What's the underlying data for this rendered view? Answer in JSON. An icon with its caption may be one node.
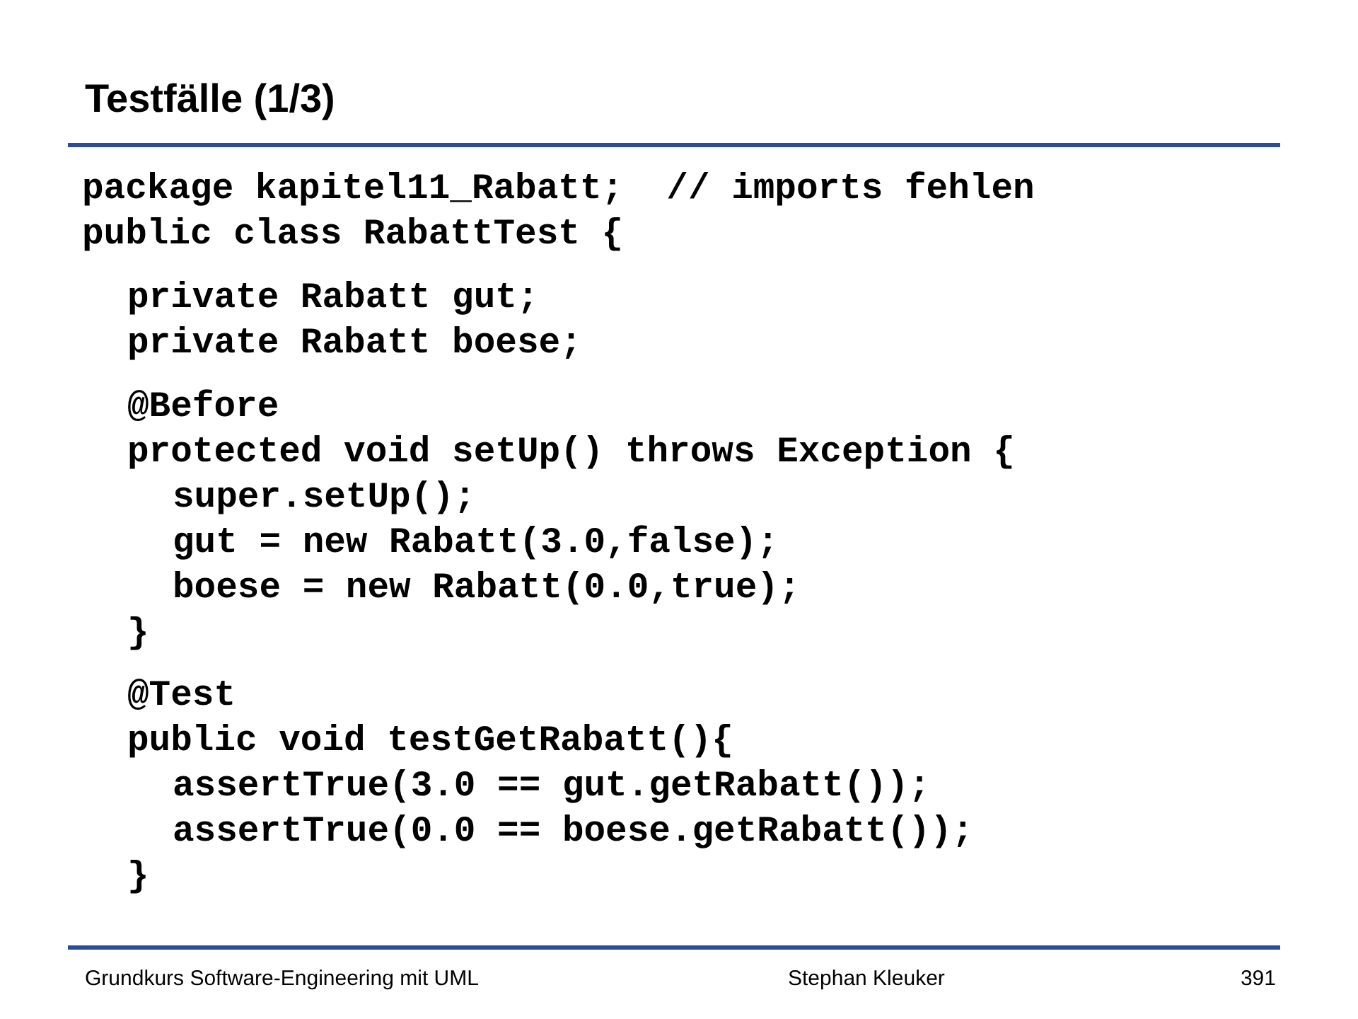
{
  "diagram": {
    "title": "Testfälle (1/3)",
    "labels": [
      "package kapitel11_Rabatt;  // imports fehlen",
      "public class RabattTest {",
      "private Rabatt gut;",
      "private Rabatt boese;",
      "@Before",
      "protected void setUp() throws Exception {",
      "super.setUp();",
      "gut = new Rabatt(3.0,false);",
      "boese = new Rabatt(0.0,true);",
      "}",
      "@Test",
      "public void testGetRabatt(){",
      "assertTrue(3.0 == gut.getRabatt());",
      "assertTrue(0.0 == boese.getRabatt());",
      "}",
      "Grundkurs Software-Engineering mit UML",
      "Stephan Kleuker",
      "391"
    ]
  }
}
